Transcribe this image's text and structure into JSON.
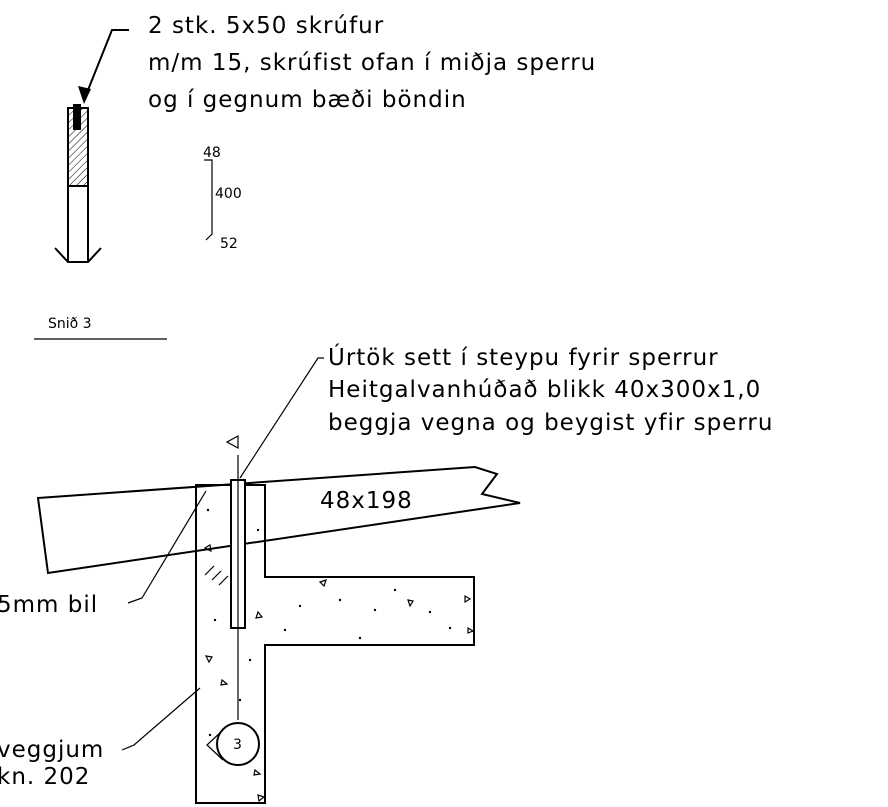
{
  "note_top": {
    "line1": "2 stk. 5x50 skrúfur",
    "line2": "m/m 15, skrúfist ofan í miðja sperru",
    "line3": "og í gegnum bæði böndin"
  },
  "dims": {
    "top": "48",
    "mid": "400",
    "bottom": "52"
  },
  "section_label": "Snið 3",
  "note_right": {
    "line1": "Úrtök sett í steypu fyrir sperrur",
    "line2": "Heitgalvanhúðað blikk 40x300x1,0",
    "line3": "beggja vegna og beygist yfir sperru"
  },
  "rafter_label": "48x198",
  "gap_label": "5mm bil",
  "wall_label_line1": "veggjum",
  "wall_label_line2": "kn. 202",
  "rebar_marker": "3"
}
